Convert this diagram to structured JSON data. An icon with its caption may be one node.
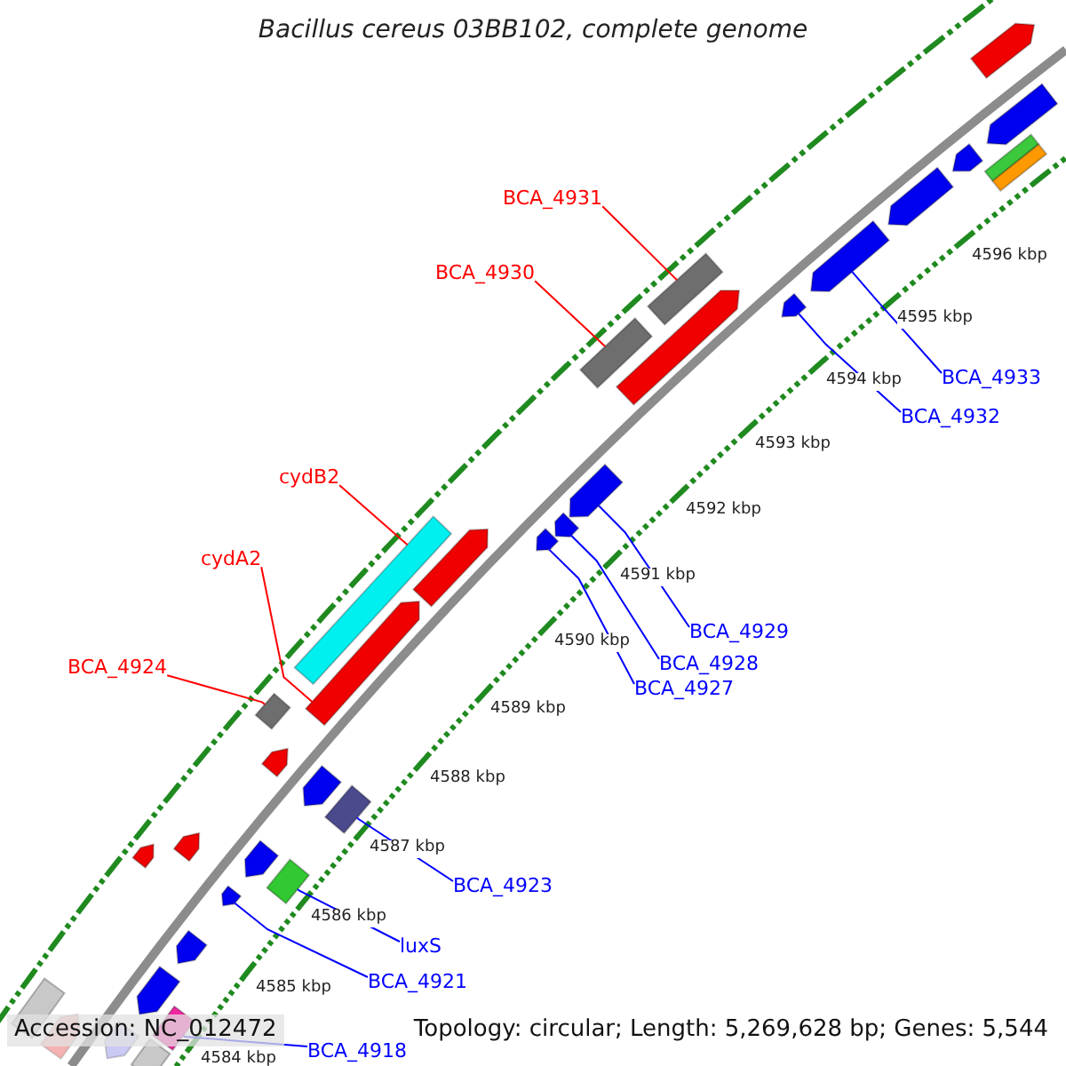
{
  "diagram": {
    "title": "Bacillus cereus 03BB102, complete genome",
    "nodes": [
      {
        "text": [
          "BCA_4931"
        ]
      },
      {
        "text": [
          "BCA_4930"
        ]
      },
      {
        "text": [
          "cydB2"
        ]
      },
      {
        "text": [
          "cydA2"
        ]
      },
      {
        "text": [
          "BCA_4924"
        ]
      },
      {
        "text": [
          "BCA_4933"
        ]
      },
      {
        "text": [
          "BCA_4932"
        ]
      },
      {
        "text": [
          "BCA_4929"
        ]
      },
      {
        "text": [
          "BCA_4928"
        ]
      },
      {
        "text": [
          "BCA_4927"
        ]
      },
      {
        "text": [
          "BCA_4923"
        ]
      },
      {
        "text": [
          "luxS"
        ]
      },
      {
        "text": [
          "BCA_4921"
        ]
      },
      {
        "text": [
          "BCA_4918"
        ]
      },
      {
        "text": [],
        "shape": "box"
      },
      {
        "text": [],
        "shape": "box"
      },
      {
        "text": [],
        "shape": "box"
      },
      {
        "text": [],
        "shape": "arrow"
      },
      {
        "text": [],
        "shape": "box"
      },
      {
        "text": [],
        "shape": "arrow"
      },
      {
        "text": [],
        "shape": "arrow"
      },
      {
        "text": [],
        "shape": "arrow"
      },
      {
        "text": [],
        "shape": "arrow"
      },
      {
        "text": [],
        "shape": "arrow"
      },
      {
        "text": [],
        "shape": "box"
      },
      {
        "text": [],
        "shape": "box"
      },
      {
        "text": [],
        "shape": "arrow"
      },
      {
        "text": [],
        "shape": "box"
      },
      {
        "text": [],
        "shape": "arrow"
      }
    ],
    "edges": [
      {
        "from": 0,
        "to": 14,
        "arrow": "none",
        "color": "#ff0000"
      },
      {
        "from": 1,
        "to": 15,
        "arrow": "none",
        "color": "#ff0000"
      },
      {
        "from": 2,
        "to": 16,
        "arrow": "none",
        "color": "#ff0000"
      },
      {
        "from": 3,
        "to": 17,
        "arrow": "none",
        "color": "#ff0000"
      },
      {
        "from": 4,
        "to": 18,
        "arrow": "none",
        "color": "#ff0000"
      },
      {
        "from": 5,
        "to": 19,
        "arrow": "none"
      },
      {
        "from": 6,
        "to": 20,
        "arrow": "none"
      },
      {
        "from": 7,
        "to": 21,
        "arrow": "none"
      },
      {
        "from": 8,
        "to": 22,
        "arrow": "none"
      },
      {
        "from": 9,
        "to": 23,
        "arrow": "none"
      },
      {
        "from": 10,
        "to": 24,
        "arrow": "none"
      },
      {
        "from": 11,
        "to": 25,
        "arrow": "none"
      },
      {
        "from": 12,
        "to": 26,
        "arrow": "none"
      },
      {
        "from": 13,
        "to": 27,
        "arrow": "none"
      }
    ],
    "labels": [
      "4596 kbp",
      "4595 kbp",
      "4594 kbp",
      "4593 kbp",
      "4592 kbp",
      "4591 kbp",
      "4590 kbp",
      "4589 kbp",
      "4588 kbp",
      "4587 kbp",
      "4586 kbp",
      "4585 kbp",
      "4584 kbp",
      "Accession: NC_012472",
      "Topology: circular; Length: 5,269,628 bp; Genes: 5,544"
    ]
  }
}
